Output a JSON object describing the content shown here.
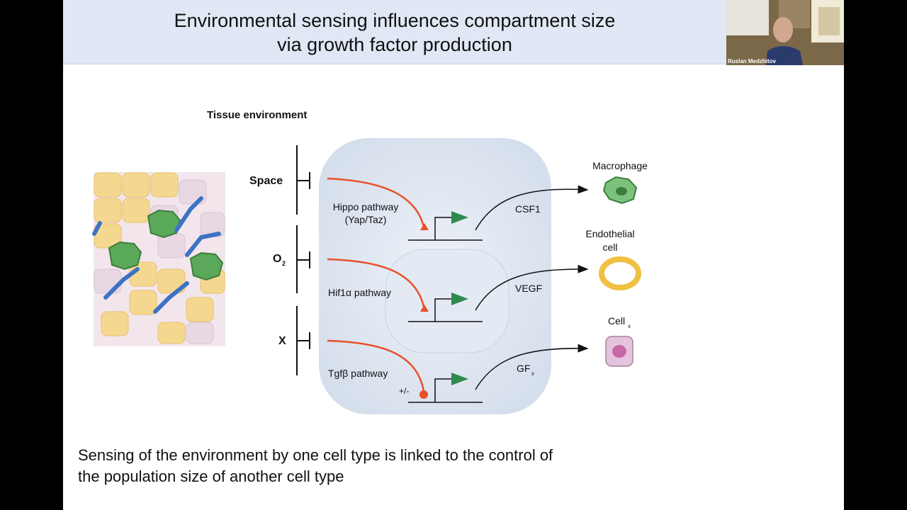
{
  "slide": {
    "title_line1": "Environmental sensing influences compartment size",
    "title_line2": "via growth factor production",
    "caption_line1": "Sensing of the environment by one cell type is linked to the control of",
    "caption_line2": "the population size of another cell type"
  },
  "video": {
    "participant_name": "Ruslan Medzhitov"
  },
  "diagram": {
    "heading": "Tissue environment",
    "signals": {
      "space": "Space",
      "o2_main": "O",
      "o2_sub": "2",
      "x": "X"
    },
    "pathways": {
      "hippo_line1": "Hippo pathway",
      "hippo_line2": "(Yap/Taz)",
      "hif_prefix": "Hif1",
      "hif_greek": "α",
      "hif_suffix": " pathway",
      "tgf_prefix": "Tgf",
      "tgf_greek": "β",
      "tgf_suffix": " pathway",
      "plus_minus": "+/-"
    },
    "factors": {
      "csf1": "CSF1",
      "vegf": "VEGF",
      "gf_main": "GF",
      "gf_sub": "x"
    },
    "targets": {
      "macrophage": "Macrophage",
      "endothelial_line1": "Endothelial",
      "endothelial_line2": "cell",
      "cellx_main": "Cell",
      "cellx_sub": "x"
    }
  },
  "colors": {
    "title_bar": "#dfe8f4",
    "inhibition_arrow": "#e8502a",
    "gene_arrow": "#2e8b4e",
    "cell_body": "#dde5f1"
  }
}
